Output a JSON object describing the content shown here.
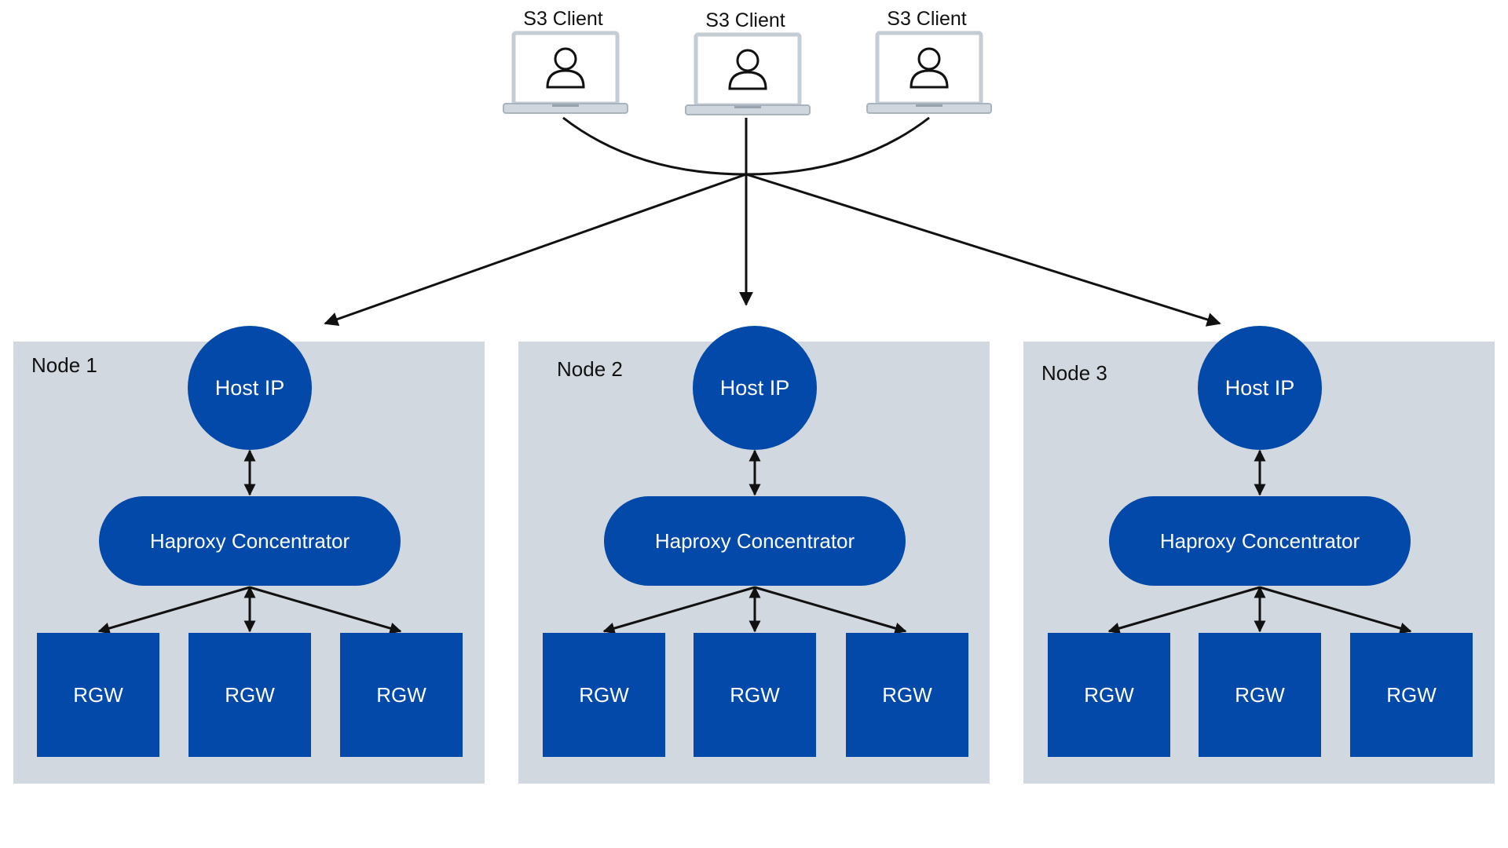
{
  "clients": [
    {
      "label": "S3 Client",
      "icon": "laptop-user-icon"
    },
    {
      "label": "S3 Client",
      "icon": "laptop-user-icon"
    },
    {
      "label": "S3 Client",
      "icon": "laptop-user-icon"
    }
  ],
  "nodes": [
    {
      "title": "Node 1",
      "host": "Host IP",
      "proxy": "Haproxy Concentrator",
      "rgws": [
        "RGW",
        "RGW",
        "RGW"
      ]
    },
    {
      "title": "Node 2",
      "host": "Host IP",
      "proxy": "Haproxy Concentrator",
      "rgws": [
        "RGW",
        "RGW",
        "RGW"
      ]
    },
    {
      "title": "Node 3",
      "host": "Host IP",
      "proxy": "Haproxy Concentrator",
      "rgws": [
        "RGW",
        "RGW",
        "RGW"
      ]
    }
  ],
  "colors": {
    "accent": "#0249aa",
    "panel": "#d1d8df",
    "laptop": "#cfd6dd",
    "line": "#111111"
  }
}
